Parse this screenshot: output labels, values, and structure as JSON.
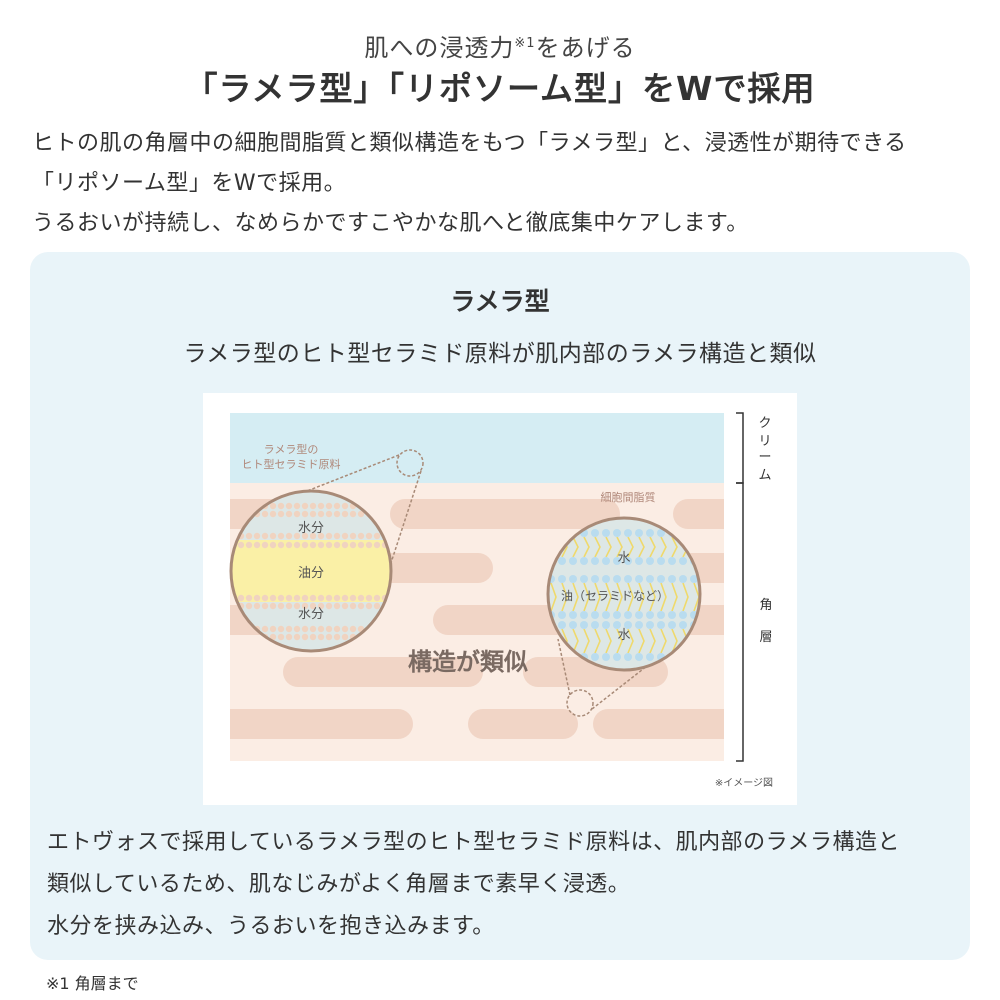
{
  "header": {
    "subtitle_main": "肌への浸透力",
    "subtitle_mark": "※1",
    "subtitle_end": "をあげる",
    "title": "「ラメラ型」「リポソーム型」をWで採用"
  },
  "intro": {
    "lines": [
      "ヒトの肌の角層中の細胞間脂質と類似構造をもつ「ラメラ型」と、浸透性が期待できる",
      "「リポソーム型」をWで採用。",
      "うるおいが持続し、なめらかですこやかな肌へと徹底集中ケアします。"
    ]
  },
  "panel": {
    "title": "ラメラ型",
    "subtitle": "ラメラ型のヒト型セラミド原料が肌内部のラメラ構造と類似",
    "body": [
      "エトヴォスで採用しているラメラ型のヒト型セラミド原料は、肌内部のラメラ構造と",
      "類似しているため、肌なじみがよく角層まで素早く浸透。",
      "水分を挟み込み、うるおいを抱き込みます。"
    ]
  },
  "figure": {
    "callout_line1": "ラメラ型の",
    "callout_line2": "ヒト型セラミド原料",
    "left_layer_top": "水分",
    "left_layer_mid": "油分",
    "left_layer_bottom": "水分",
    "lipid_label": "細胞間脂質",
    "right_layer_top": "水",
    "right_layer_mid": "油（セラミドなど）",
    "right_layer_bottom": "水",
    "center_text": "構造が類似",
    "side_cream_1": "ク",
    "side_cream_2": "リ",
    "side_cream_3": "ー",
    "side_cream_4": "ム",
    "side_horny_1": "角",
    "side_horny_2": "層",
    "note": "※イメージ図",
    "colors": {
      "cream": "#d5edf3",
      "skin": "#fbede4",
      "cell": "#f1d5c6",
      "water": "#dde7e6",
      "oil": "#faf0a6",
      "ring": "#a88a77",
      "dot_left": "#f0d3c0",
      "dot_right": "#b9dcef",
      "tail": "#efd96b"
    }
  },
  "footnote": "※1 角層まで"
}
